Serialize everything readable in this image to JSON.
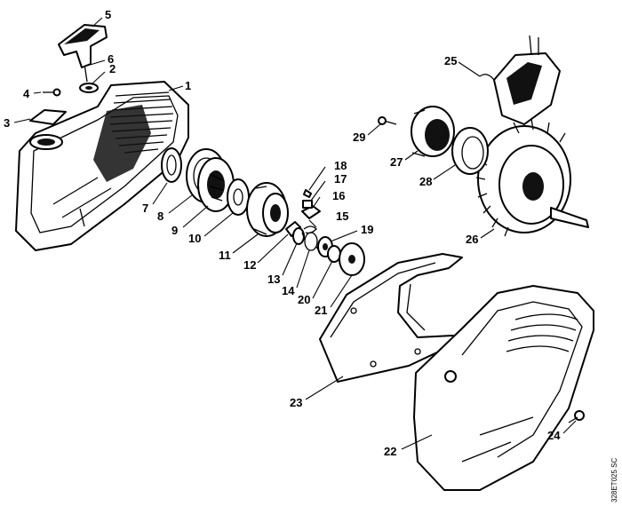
{
  "callouts": [
    "1",
    "2",
    "3",
    "4",
    "5",
    "6",
    "7",
    "8",
    "9",
    "10",
    "11",
    "12",
    "13",
    "14",
    "15",
    "16",
    "17",
    "18",
    "19",
    "20",
    "21",
    "22",
    "23",
    "24",
    "25",
    "26",
    "27",
    "28",
    "29"
  ],
  "figure_code": "328ET025 SC"
}
